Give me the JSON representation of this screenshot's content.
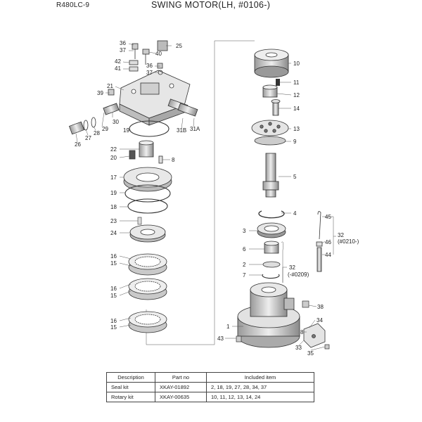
{
  "header": {
    "model": "R480LC-9",
    "title": "SWING MOTOR(LH, #0106-)"
  },
  "callouts": {
    "c1": "1",
    "c2": "2",
    "c3": "3",
    "c4": "4",
    "c5": "5",
    "c6": "6",
    "c7": "7",
    "c8": "8",
    "c9": "9",
    "c10": "10",
    "c11": "11",
    "c12": "12",
    "c13": "13",
    "c14": "14",
    "c15a": "15",
    "c15b": "15",
    "c15c": "15",
    "c16a": "16",
    "c16b": "16",
    "c16c": "16",
    "c17": "17",
    "c18": "18",
    "c19a": "19",
    "c19b": "19",
    "c20": "20",
    "c21": "21",
    "c22": "22",
    "c23": "23",
    "c24": "24",
    "c25": "25",
    "c26": "26",
    "c27": "27",
    "c28": "28",
    "c29": "29",
    "c30": "30",
    "c31a": "31A",
    "c31b": "31B",
    "c32a": "32",
    "c32a_note": "(#0210-)",
    "c32b": "32",
    "c32b_note": "(-#0209)",
    "c33": "33",
    "c34": "34",
    "c35": "35",
    "c36a": "36",
    "c36b": "36",
    "c37a": "37",
    "c37b": "37",
    "c38": "38",
    "c39": "39",
    "c40": "40",
    "c41": "41",
    "c42": "42",
    "c43": "43",
    "c44": "44",
    "c45": "45",
    "c46": "46"
  },
  "kit_table": {
    "headers": [
      "Description",
      "Part no",
      "Included item"
    ],
    "rows": [
      [
        "Seal kit",
        "XKAY-01892",
        "2, 18, 19, 27, 28, 34, 37"
      ],
      [
        "Rotary kit",
        "XKAY-00635",
        "10, 11, 12, 13, 14, 24"
      ]
    ]
  },
  "colors": {
    "line": "#333333",
    "part_fill": "#e8e8e8",
    "part_shade": "#9a9a9a"
  }
}
